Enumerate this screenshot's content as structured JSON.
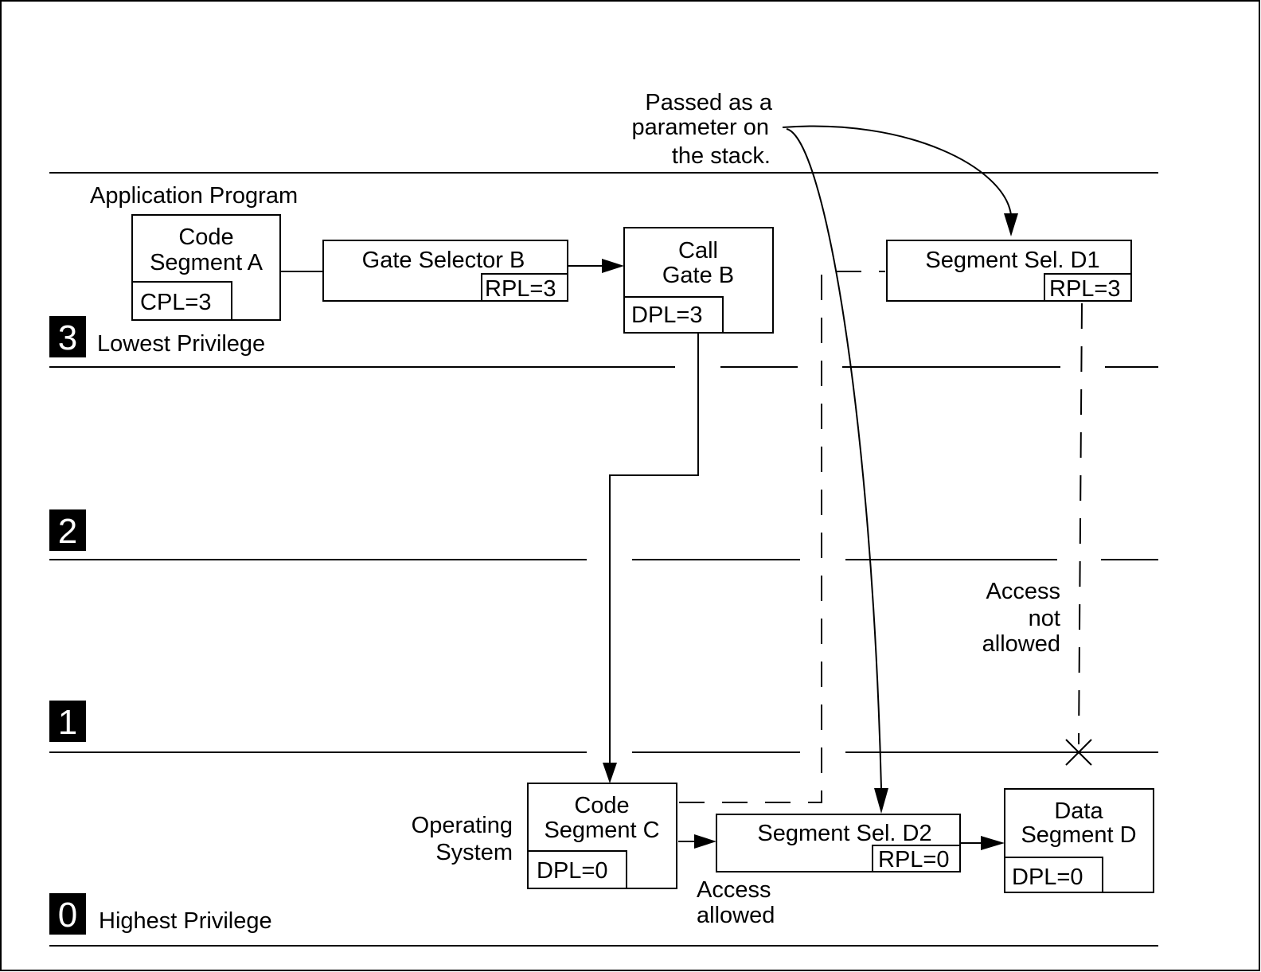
{
  "annotation": {
    "passed_line1": "Passed as a",
    "passed_line2": "parameter on",
    "passed_line3": "the stack.",
    "access_not_line1": "Access",
    "access_not_line2": "not",
    "access_not_line3": "allowed",
    "access_allowed_line1": "Access",
    "access_allowed_line2": "allowed"
  },
  "rings": {
    "ring3_number": "3",
    "ring3_label": "Lowest Privilege",
    "ring2_number": "2",
    "ring1_number": "1",
    "ring0_number": "0",
    "ring0_label": "Highest Privilege"
  },
  "app_program_label": "Application Program",
  "operating_system_line1": "Operating",
  "operating_system_line2": "System",
  "boxes": {
    "code_segment_a_line1": "Code",
    "code_segment_a_line2": "Segment A",
    "code_segment_a_cpl": "CPL=3",
    "gate_selector_b": "Gate Selector B",
    "gate_selector_b_rpl": "RPL=3",
    "call_gate_b_line1": "Call",
    "call_gate_b_line2": "Gate B",
    "call_gate_b_dpl": "DPL=3",
    "segment_sel_d1": "Segment Sel. D1",
    "segment_sel_d1_rpl": "RPL=3",
    "code_segment_c_line1": "Code",
    "code_segment_c_line2": "Segment C",
    "code_segment_c_dpl": "DPL=0",
    "segment_sel_d2": "Segment Sel. D2",
    "segment_sel_d2_rpl": "RPL=0",
    "data_segment_d_line1": "Data",
    "data_segment_d_line2": "Segment D",
    "data_segment_d_dpl": "DPL=0"
  }
}
